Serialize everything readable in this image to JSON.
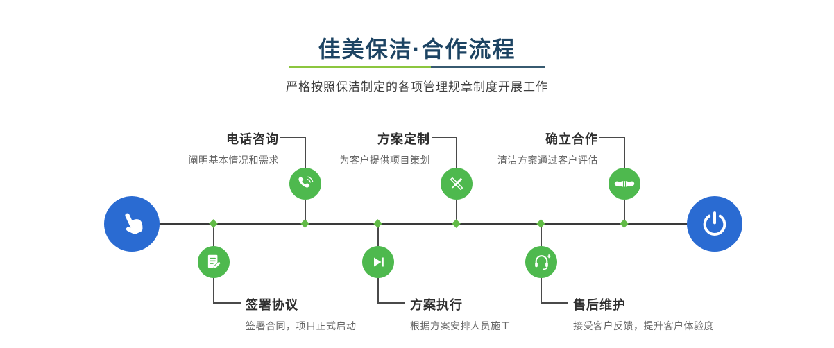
{
  "header": {
    "title": "佳美保洁·合作流程",
    "subtitle": "严格按照保洁制定的各项管理规章制度开展工作"
  },
  "colors": {
    "accent_blue": "#2a6bd2",
    "accent_green": "#4eb94e",
    "diamond_green": "#61bb46",
    "title_navy": "#1d4463",
    "divider_green": "#8cc63f",
    "divider_blue": "#375a70"
  },
  "timeline": {
    "start_icon": "pointing-hand-icon",
    "end_icon": "power-icon"
  },
  "steps": {
    "top": [
      {
        "title": "电话咨询",
        "desc": "阐明基本情况和需求",
        "icon": "phone-icon"
      },
      {
        "title": "方案定制",
        "desc": "为客户提供项目策划",
        "icon": "design-tools-icon"
      },
      {
        "title": "确立合作",
        "desc": "清洁方案通过客户评估",
        "icon": "handshake-icon"
      }
    ],
    "bottom": [
      {
        "title": "签署协议",
        "desc": "签署合同，项目正式启动",
        "icon": "contract-icon"
      },
      {
        "title": "方案执行",
        "desc": "根据方案安排人员施工",
        "icon": "play-icon"
      },
      {
        "title": "售后维护",
        "desc": "接受客户反馈，提升客户体验度",
        "icon": "headset-icon"
      }
    ]
  }
}
